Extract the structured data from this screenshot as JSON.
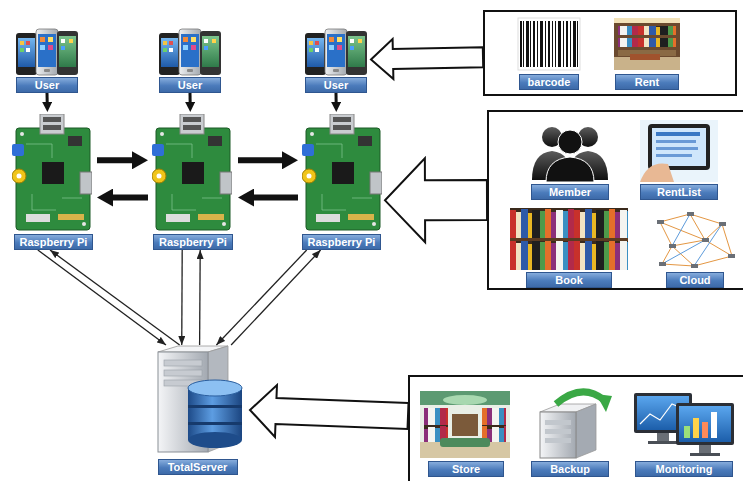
{
  "diagram": {
    "nodes": [
      {
        "text": [
          "User"
        ]
      },
      {
        "text": [
          "User"
        ]
      },
      {
        "text": [
          "User"
        ]
      },
      {
        "text": []
      },
      {
        "text": [
          "barcode"
        ],
        "in": 3
      },
      {
        "text": [
          "Rent"
        ],
        "in": 3
      },
      {
        "text": [
          "Raspberry Pi"
        ]
      },
      {
        "text": [
          "Raspberry Pi"
        ]
      },
      {
        "text": [
          "Raspberry Pi"
        ]
      },
      {
        "text": []
      },
      {
        "text": [
          "Member"
        ],
        "in": 9
      },
      {
        "text": [
          "RentList"
        ],
        "in": 9
      },
      {
        "text": [
          "Book"
        ],
        "in": 9
      },
      {
        "text": [
          "Cloud"
        ],
        "in": 9
      },
      {
        "text": [
          "TotalServer"
        ]
      },
      {
        "text": []
      },
      {
        "text": [
          "Store"
        ],
        "in": 15
      },
      {
        "text": [
          "Backup"
        ],
        "in": 15
      },
      {
        "text": [
          "Monitoring"
        ],
        "in": 15
      }
    ],
    "edges": [
      {
        "from": 0,
        "to": 6,
        "arrow": "to"
      },
      {
        "from": 1,
        "to": 7,
        "arrow": "to"
      },
      {
        "from": 2,
        "to": 8,
        "arrow": "to"
      },
      {
        "from": 6,
        "to": 7,
        "arrow": "to"
      },
      {
        "from": 7,
        "to": 6,
        "arrow": "to"
      },
      {
        "from": 7,
        "to": 8,
        "arrow": "to"
      },
      {
        "from": 8,
        "to": 7,
        "arrow": "to"
      },
      {
        "from": 3,
        "to": 2,
        "arrow": "to"
      },
      {
        "from": 9,
        "to": 8,
        "arrow": "to"
      },
      {
        "from": 6,
        "to": 14,
        "arrow": "to"
      },
      {
        "from": 14,
        "to": 6,
        "arrow": "to"
      },
      {
        "from": 7,
        "to": 14,
        "arrow": "to"
      },
      {
        "from": 14,
        "to": 7,
        "arrow": "to"
      },
      {
        "from": 8,
        "to": 14,
        "arrow": "to"
      },
      {
        "from": 14,
        "to": 8,
        "arrow": "to"
      },
      {
        "from": 15,
        "to": 14,
        "arrow": "to"
      }
    ]
  }
}
